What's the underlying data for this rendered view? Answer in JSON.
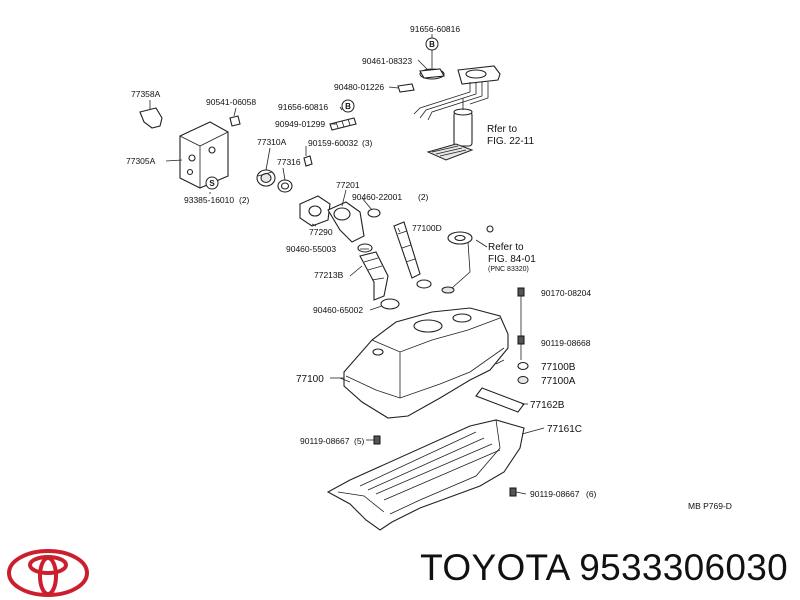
{
  "diagram": {
    "parts": {
      "p91656_top": "91656-60816",
      "p90461": "90461-08323",
      "p90480": "90480-01226",
      "p77358A": "77358A",
      "p90541": "90541-06058",
      "p91656_mid": "91656-60816",
      "p90949": "90949-01299",
      "p77305A": "77305A",
      "p77310A": "77310A",
      "p77316": "77316",
      "p90159": "90159-60032",
      "p90159_qty": "(3)",
      "p93385": "93385-16010",
      "p93385_qty": "(2)",
      "p77201": "77201",
      "p90460_22001": "90460-22001",
      "p90460_22001_qty": "(2)",
      "p77290": "77290",
      "p77100D": "77100D",
      "p90460_55003": "90460-55003",
      "p77213B": "77213B",
      "p90460_65002": "90460-65002",
      "p90170": "90170-08204",
      "p90119_top": "90119-08668",
      "p77100B": "77100B",
      "p77100A": "77100A",
      "p77100": "77100",
      "p77162B": "77162B",
      "p77161C": "77161C",
      "p90119_left": "90119-08667",
      "p90119_left_qty": "(5)",
      "p90119_bottom": "90119-08667",
      "p90119_bottom_qty": "(6)"
    },
    "refs": {
      "ref1_line1": "Rfer to",
      "ref1_line2": "FIG. 22-11",
      "ref2_line1": "Refer to",
      "ref2_line2": "FIG. 84-01",
      "ref2_line3": "(PNC 83320)"
    },
    "badges": {
      "b_top": "B",
      "b_mid": "B",
      "s_badge": "S"
    },
    "diagram_code": "MB P769-D"
  },
  "footer": {
    "brand": "TOYOTA",
    "part_number": "9533306030",
    "logo_icon": "toyota-logo-icon",
    "logo_color": "#cc1f2e"
  }
}
